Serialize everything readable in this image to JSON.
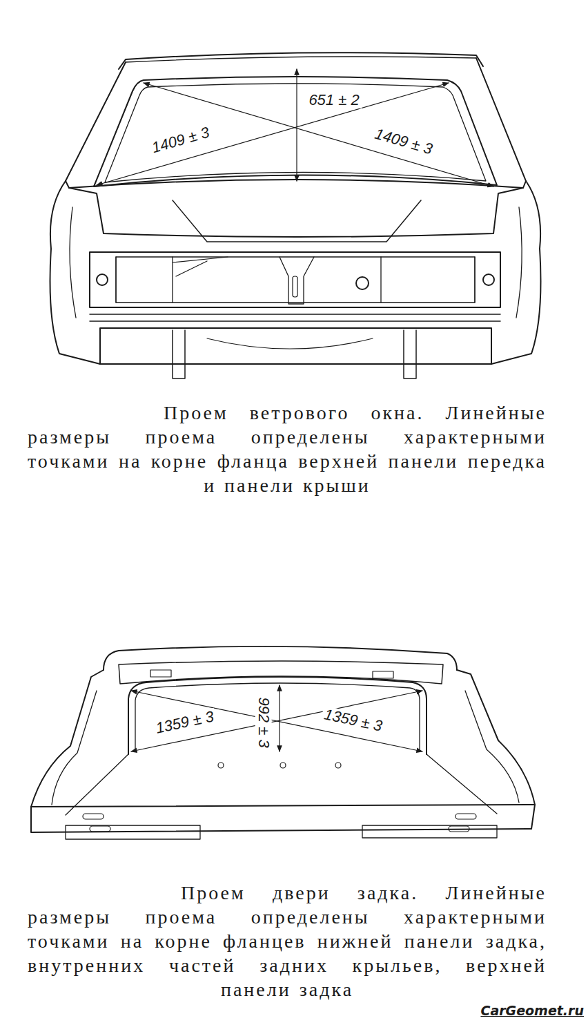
{
  "diagram": {
    "labels": [
      "651 ± 2",
      "1409 ± 3",
      "1409 ± 3",
      "Проем ветрового окна. Линейные размеры проема определены характерными точками на корне фланца верхней панели передка и панели крыши",
      "992 ± 3",
      "1359 ± 3",
      "1359 ± 3",
      "Проем двери задка. Линейные размеры проема определены характерными точками на корне фланцев нижней панели задка, внутренних частей задних крыльев, верхней панели задка",
      "CarGeomet.ru"
    ]
  }
}
